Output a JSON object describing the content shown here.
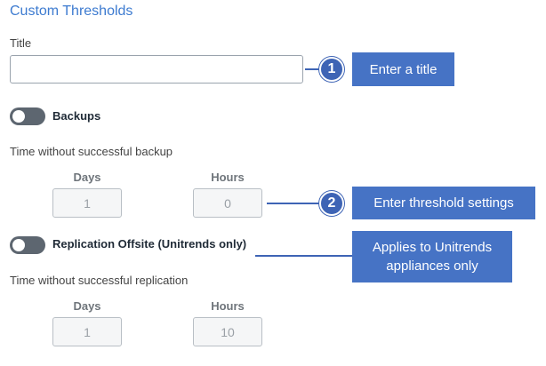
{
  "section": {
    "heading": "Custom Thresholds"
  },
  "title_field": {
    "label": "Title",
    "value": "",
    "placeholder": ""
  },
  "backups": {
    "toggle_label": "Backups",
    "description": "Time without successful backup",
    "days_label": "Days",
    "days_value": "1",
    "hours_label": "Hours",
    "hours_value": "0"
  },
  "replication": {
    "toggle_label": "Replication Offsite (Unitrends only)",
    "description": "Time without successful replication",
    "days_label": "Days",
    "days_value": "1",
    "hours_label": "Hours",
    "hours_value": "10"
  },
  "callouts": [
    {
      "number": "1",
      "text": "Enter a title"
    },
    {
      "number": "2",
      "text": "Enter threshold settings"
    },
    {
      "text": "Applies to Unitrends appliances only"
    }
  ],
  "colors": {
    "accent": "#3d7bd0",
    "callout": "#4673c5",
    "toggle_off": "#5d6670"
  }
}
